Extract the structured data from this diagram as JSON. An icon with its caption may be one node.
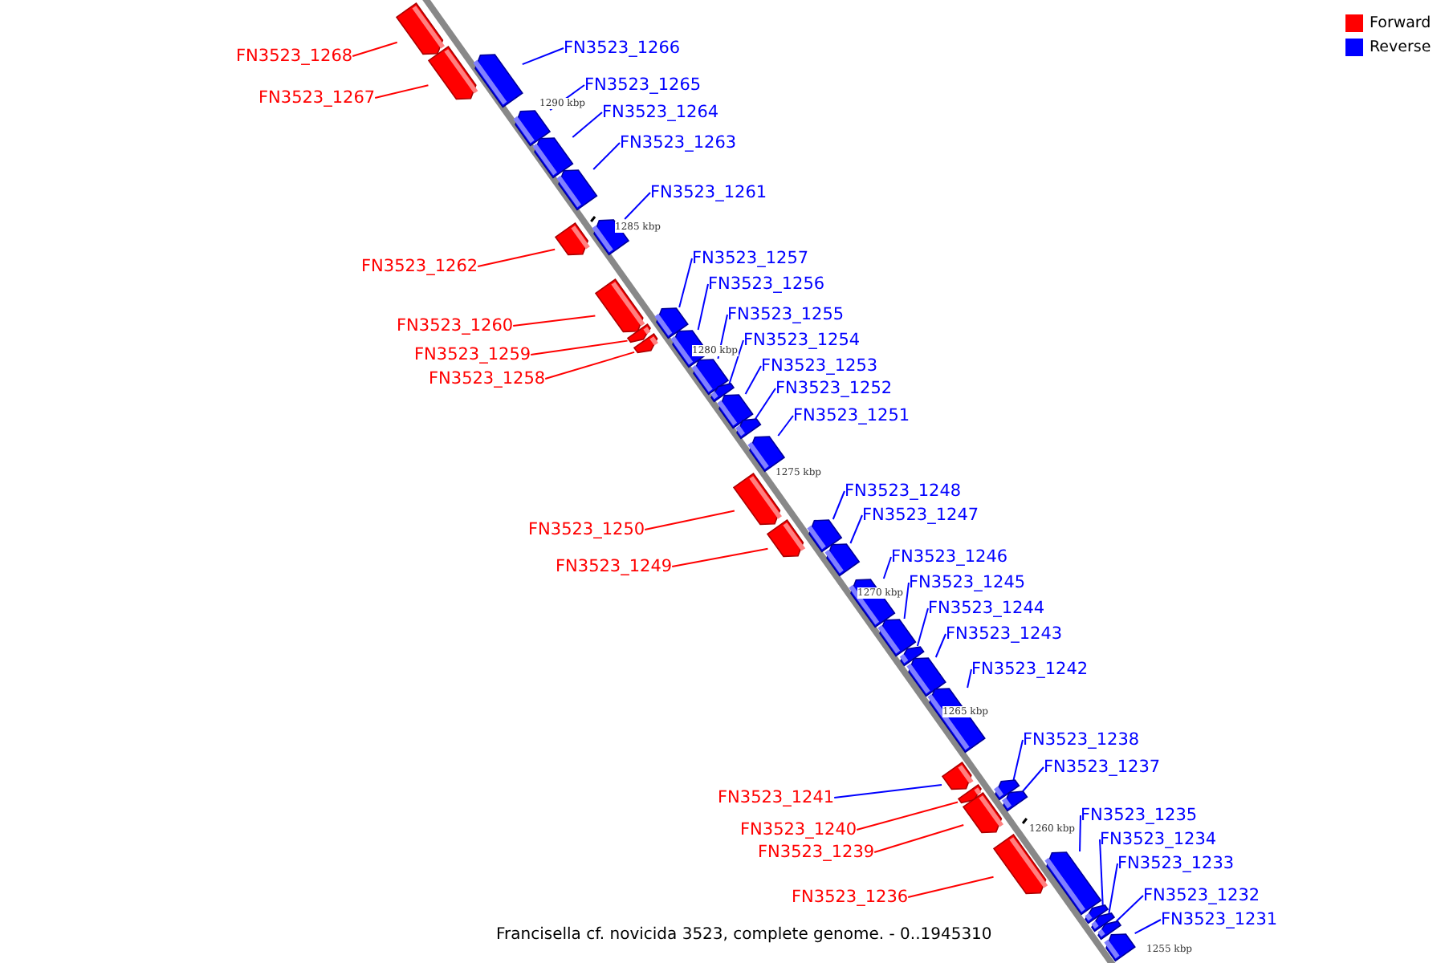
{
  "diagram": {
    "caption": "Francisella cf. novicida 3523, complete genome. - 0..1945310",
    "nodes": [
      {
        "text": [
          "FN3523_1268"
        ]
      },
      {
        "text": [],
        "shape": "box"
      },
      {
        "text": [
          "FN3523_1267"
        ]
      },
      {
        "text": [],
        "shape": "box"
      },
      {
        "text": [
          "FN3523_1266"
        ]
      },
      {
        "text": [],
        "shape": "box"
      },
      {
        "text": [
          "FN3523_1265"
        ]
      },
      {
        "text": [],
        "shape": "box"
      },
      {
        "text": [
          "FN3523_1264"
        ]
      },
      {
        "text": [],
        "shape": "box"
      },
      {
        "text": [
          "FN3523_1263"
        ]
      },
      {
        "text": [],
        "shape": "box"
      },
      {
        "text": [
          "FN3523_1262"
        ]
      },
      {
        "text": [],
        "shape": "box"
      },
      {
        "text": [
          "FN3523_1261"
        ]
      },
      {
        "text": [],
        "shape": "box"
      },
      {
        "text": [
          "FN3523_1260"
        ]
      },
      {
        "text": [],
        "shape": "box"
      },
      {
        "text": [
          "FN3523_1259"
        ]
      },
      {
        "text": [],
        "shape": "box"
      },
      {
        "text": [
          "FN3523_1258"
        ]
      },
      {
        "text": [],
        "shape": "box"
      },
      {
        "text": [
          "FN3523_1257"
        ]
      },
      {
        "text": [],
        "shape": "box"
      },
      {
        "text": [
          "FN3523_1256"
        ]
      },
      {
        "text": [],
        "shape": "box"
      },
      {
        "text": [
          "FN3523_1255"
        ]
      },
      {
        "text": [],
        "shape": "box"
      },
      {
        "text": [
          "FN3523_1254"
        ]
      },
      {
        "text": [],
        "shape": "box"
      },
      {
        "text": [
          "FN3523_1253"
        ]
      },
      {
        "text": [],
        "shape": "box"
      },
      {
        "text": [
          "FN3523_1252"
        ]
      },
      {
        "text": [],
        "shape": "box"
      },
      {
        "text": [
          "FN3523_1251"
        ]
      },
      {
        "text": [],
        "shape": "box"
      },
      {
        "text": [
          "FN3523_1250"
        ]
      },
      {
        "text": [],
        "shape": "box"
      },
      {
        "text": [
          "FN3523_1249"
        ]
      },
      {
        "text": [],
        "shape": "box"
      },
      {
        "text": [
          "FN3523_1248"
        ]
      },
      {
        "text": [],
        "shape": "box"
      },
      {
        "text": [
          "FN3523_1247"
        ]
      },
      {
        "text": [],
        "shape": "box"
      },
      {
        "text": [
          "FN3523_1246"
        ]
      },
      {
        "text": [],
        "shape": "box"
      },
      {
        "text": [
          "FN3523_1245"
        ]
      },
      {
        "text": [],
        "shape": "box"
      },
      {
        "text": [
          "FN3523_1244"
        ]
      },
      {
        "text": [],
        "shape": "box"
      },
      {
        "text": [
          "FN3523_1243"
        ]
      },
      {
        "text": [],
        "shape": "box"
      },
      {
        "text": [
          "FN3523_1242"
        ]
      },
      {
        "text": [],
        "shape": "box"
      },
      {
        "text": [
          "FN3523_1241"
        ]
      },
      {
        "text": [],
        "shape": "box"
      },
      {
        "text": [
          "FN3523_1240"
        ]
      },
      {
        "text": [],
        "shape": "box"
      },
      {
        "text": [
          "FN3523_1239"
        ]
      },
      {
        "text": [],
        "shape": "box"
      },
      {
        "text": [
          "FN3523_1238"
        ]
      },
      {
        "text": [],
        "shape": "box"
      },
      {
        "text": [
          "FN3523_1237"
        ]
      },
      {
        "text": [],
        "shape": "box"
      },
      {
        "text": [
          "FN3523_1236"
        ]
      },
      {
        "text": [],
        "shape": "box"
      },
      {
        "text": [
          "FN3523_1235"
        ]
      },
      {
        "text": [],
        "shape": "box"
      },
      {
        "text": [
          "FN3523_1234"
        ]
      },
      {
        "text": [],
        "shape": "box"
      },
      {
        "text": [
          "FN3523_1233"
        ]
      },
      {
        "text": [],
        "shape": "box"
      },
      {
        "text": [
          "FN3523_1232"
        ]
      },
      {
        "text": [],
        "shape": "box"
      },
      {
        "text": [
          "FN3523_1231"
        ]
      },
      {
        "text": [],
        "shape": "box"
      }
    ],
    "edges": [
      {
        "from": 0,
        "to": 1,
        "arrow": "none",
        "color": "#ff0000"
      },
      {
        "from": 2,
        "to": 3,
        "arrow": "none",
        "color": "#ff0000"
      },
      {
        "from": 4,
        "to": 5,
        "arrow": "none"
      },
      {
        "from": 6,
        "to": 7,
        "arrow": "none"
      },
      {
        "from": 8,
        "to": 9,
        "arrow": "none"
      },
      {
        "from": 10,
        "to": 11,
        "arrow": "none"
      },
      {
        "from": 12,
        "to": 13,
        "arrow": "none",
        "color": "#ff0000"
      },
      {
        "from": 14,
        "to": 15,
        "arrow": "none"
      },
      {
        "from": 16,
        "to": 17,
        "arrow": "none",
        "color": "#ff0000"
      },
      {
        "from": 18,
        "to": 19,
        "arrow": "none",
        "color": "#ff0000"
      },
      {
        "from": 20,
        "to": 21,
        "arrow": "none",
        "color": "#ff0000"
      },
      {
        "from": 22,
        "to": 23,
        "arrow": "none"
      },
      {
        "from": 24,
        "to": 25,
        "arrow": "none"
      },
      {
        "from": 26,
        "to": 27,
        "arrow": "none"
      },
      {
        "from": 28,
        "to": 29,
        "arrow": "none"
      },
      {
        "from": 30,
        "to": 31,
        "arrow": "none"
      },
      {
        "from": 32,
        "to": 33,
        "arrow": "none"
      },
      {
        "from": 34,
        "to": 35,
        "arrow": "none"
      },
      {
        "from": 36,
        "to": 37,
        "arrow": "none",
        "color": "#ff0000"
      },
      {
        "from": 38,
        "to": 39,
        "arrow": "none",
        "color": "#ff0000"
      },
      {
        "from": 40,
        "to": 41,
        "arrow": "none"
      },
      {
        "from": 42,
        "to": 43,
        "arrow": "none"
      },
      {
        "from": 44,
        "to": 45,
        "arrow": "none"
      },
      {
        "from": 46,
        "to": 47,
        "arrow": "none"
      },
      {
        "from": 48,
        "to": 49,
        "arrow": "none"
      },
      {
        "from": 50,
        "to": 51,
        "arrow": "none"
      },
      {
        "from": 52,
        "to": 53,
        "arrow": "none"
      },
      {
        "from": 54,
        "to": 55,
        "arrow": "none"
      },
      {
        "from": 56,
        "to": 57,
        "arrow": "none",
        "color": "#ff0000"
      },
      {
        "from": 58,
        "to": 59,
        "arrow": "none",
        "color": "#ff0000"
      },
      {
        "from": 60,
        "to": 61,
        "arrow": "none"
      },
      {
        "from": 62,
        "to": 63,
        "arrow": "none"
      },
      {
        "from": 64,
        "to": 65,
        "arrow": "none",
        "color": "#ff0000"
      },
      {
        "from": 66,
        "to": 67,
        "arrow": "none"
      },
      {
        "from": 68,
        "to": 69,
        "arrow": "none"
      },
      {
        "from": 70,
        "to": 71,
        "arrow": "none"
      },
      {
        "from": 72,
        "to": 73,
        "arrow": "none"
      },
      {
        "from": 74,
        "to": 75,
        "arrow": "none"
      }
    ],
    "labels": [
      "1290 kbp",
      "1285 kbp",
      "1280 kbp",
      "1275 kbp",
      "1270 kbp",
      "1265 kbp",
      "1260 kbp",
      "1255 kbp"
    ],
    "legend": [
      {
        "text": "Forward",
        "color": "#ff0000"
      },
      {
        "text": "Reverse",
        "color": "#0000ff"
      }
    ]
  }
}
